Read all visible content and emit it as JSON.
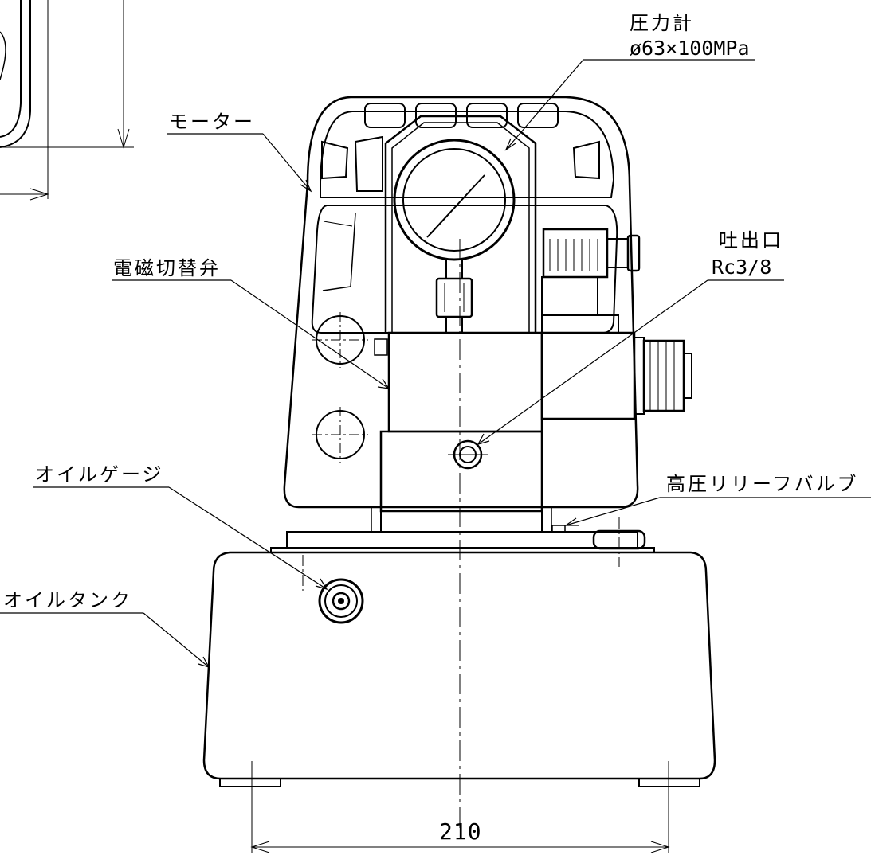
{
  "labels": {
    "pressure_gauge": "圧力計",
    "pressure_gauge_spec": "ø63×100MPa",
    "motor": "モーター",
    "solenoid_valve": "電磁切替弁",
    "discharge_port": "吐出口",
    "discharge_port_spec": "Rc3/8",
    "oil_gauge": "オイルゲージ",
    "relief_valve": "高圧リリーフバルブ",
    "oil_tank": "オイルタンク"
  },
  "dimensions": {
    "base_width": "210"
  }
}
